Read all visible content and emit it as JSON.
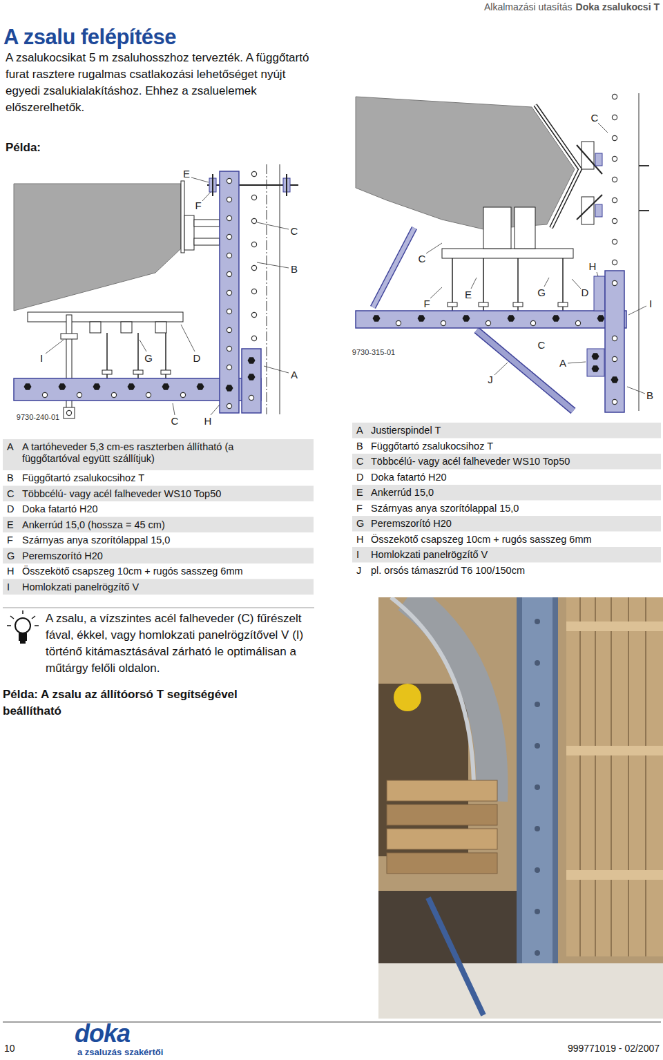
{
  "diagram": {
    "title": "A zsalu felépítése",
    "labels": [
      "Alkalmazási utasítás",
      "Doka zsalukocsi T",
      "A zsalukocsikat 5 m zsaluhosszhoz tervezték. A függőtartó furat rasztere rugalmas csatlakozási lehetőséget nyújt egyedi zsalukialakításhoz. Ehhez a zsaluelemek előszerelhetők.",
      "Példa:",
      "E",
      "F",
      "C",
      "B",
      "I",
      "G",
      "D",
      "A",
      "9730-240-01",
      "C",
      "H",
      "C",
      "C",
      "H",
      "F",
      "E",
      "G",
      "D",
      "I",
      "9730-315-01",
      "C",
      "A",
      "J",
      "B",
      "A",
      "A tartóheveder 5,3 cm-es raszterben állítható (a függőtartóval együtt szállítjuk)",
      "B",
      "Függőtartó zsalukocsihoz T",
      "C",
      "Többcélú- vagy acél falheveder WS10 Top50",
      "D",
      "Doka fatartó H20",
      "E",
      "Ankerrúd 15,0 (hossza = 45 cm)",
      "F",
      "Szárnyas anya szorítólappal 15,0",
      "G",
      "Peremszorító H20",
      "H",
      "Összekötő csapszeg 10cm + rugós sasszeg 6mm",
      "I",
      "Homlokzati panelrögzítő V",
      "A",
      "Justierspindel T",
      "B",
      "Függőtartó zsalukocsihoz T",
      "C",
      "Többcélú- vagy acél falheveder WS10 Top50",
      "D",
      "Doka fatartó H20",
      "E",
      "Ankerrúd 15,0",
      "F",
      "Szárnyas anya szorítólappal 15,0",
      "G",
      "Peremszorító H20",
      "H",
      "Összekötő csapszeg 10cm + rugós sasszeg 6mm",
      "I",
      "Homlokzati panelrögzítő V",
      "J",
      "pl. orsós támaszrúd T6 100/150cm",
      "A zsalu, a vízszintes acél falheveder (C) fűrészelt fával, ékkel, vagy homlokzati panelrögzítővel V (I) történő kitámasztásával zárható le optimálisan a műtárgy felőli oldalon.",
      "Példa: A zsalu az állítóorsó T segítségével beállítható",
      "10",
      "doka",
      "a zsaluzás szakértői",
      "999771019 - 02/2007"
    ]
  }
}
